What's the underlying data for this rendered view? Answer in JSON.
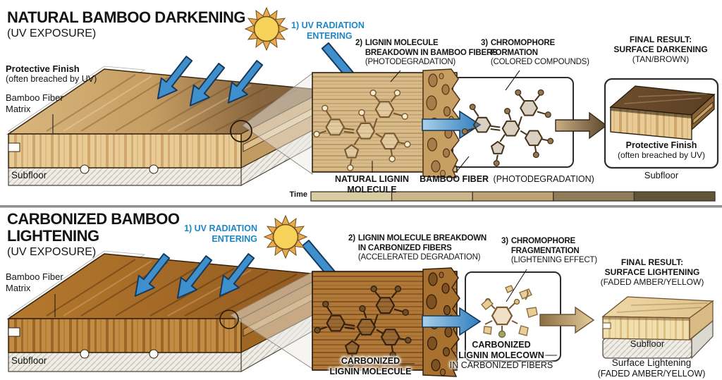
{
  "top": {
    "title": "NATURAL BAMBOO DARKENING",
    "subtitle": "(UV EXPOSURE)",
    "uv_line1": "1) UV RADIATION",
    "uv_line2": "ENTERING",
    "step2_num": "2)",
    "step2_line1": "LIGNIN MOLECULE",
    "step2_line2": "BREAKDOWN IN BAMBOO FIBERS",
    "step2_line3": "(PHOTODEGRADATION)",
    "step3_num": "3)",
    "step3_line1": "CHROMOPHORE",
    "step3_line2": "FORMATION",
    "step3_line3": "(COLORED COMPOUNDS)",
    "final_line1": "FINAL RESULT:",
    "final_line2": "SURFACE DARKENING",
    "final_line3": "(TAN/BROWN)",
    "protective_finish": "Protective Finish",
    "protective_finish_sub": "(often breached by UV)",
    "fiber_matrix_line1": "Bamboo Fiber",
    "fiber_matrix_line2": "Matrix",
    "subfloor": "Subfloor",
    "lignin_label": "NATURAL LIGNIN MOLECULE",
    "fiber_label_bold": "BAMBOO FIBER",
    "fiber_label_normal": "(PHOTODEGRADATION)",
    "result_finish": "Protective Finish",
    "result_finish_sub": "(often breached by UV)",
    "result_subfloor": "Subfloor",
    "time_label": "Time"
  },
  "bottom": {
    "title_line1": "CARBONIZED BAMBOO",
    "title_line2": "LIGHTENING",
    "subtitle": "(UV EXPOSURE)",
    "uv_line1": "1) UV RADIATION",
    "uv_line2": "ENTERING",
    "step2_num": "2)",
    "step2_line1": "LIGNIN MOLECULE BREAKDOWN",
    "step2_line2": "IN CARBONIZED FIBERS",
    "step2_line3": "(ACCELERATED DEGRADATION)",
    "step3_num": "3)",
    "step3_line1": "CHROMOPHORE",
    "step3_line2": "FRAGMENTATION",
    "step3_line3": "(LIGHTENING EFFECT)",
    "final_line1": "FINAL RESULT:",
    "final_line2": "SURFACE LIGHTENING",
    "final_line3": "(FADED AMBER/YELLOW)",
    "fiber_matrix_line1": "Bamboo Fiber",
    "fiber_matrix_line2": "Matrix",
    "subfloor": "Subfloor",
    "molecule_label_line1": "CARBONIZED",
    "molecule_label_line2": "LIGNIN MOLECULE",
    "fragment_label_line1": "CARBONIZED",
    "fragment_label_line2": "LIGNIN MOLECOWN",
    "fragment_label_line3": "IN CARBONIZED FIBERS",
    "result_subfloor": "Subfloor",
    "result_caption_line1": "Surface Lightening",
    "result_caption_line2": "(FADED AMBER/YELLOW)"
  },
  "colors": {
    "uv_text": "#1D86C4",
    "uv_arrow": "#3F8FCD",
    "sun_core": "#F6D25A",
    "sun_rays": "#E9A94D",
    "divider": "#8F8F8F",
    "time_segments": [
      "#D8CCA2",
      "#CBB68C",
      "#BDA276",
      "#8F7D59",
      "#5F553A"
    ]
  },
  "icons": {
    "sun": "sun-icon",
    "uv_arrow": "uv-arrow-icon",
    "magnifier": "magnifier-circle-icon"
  }
}
